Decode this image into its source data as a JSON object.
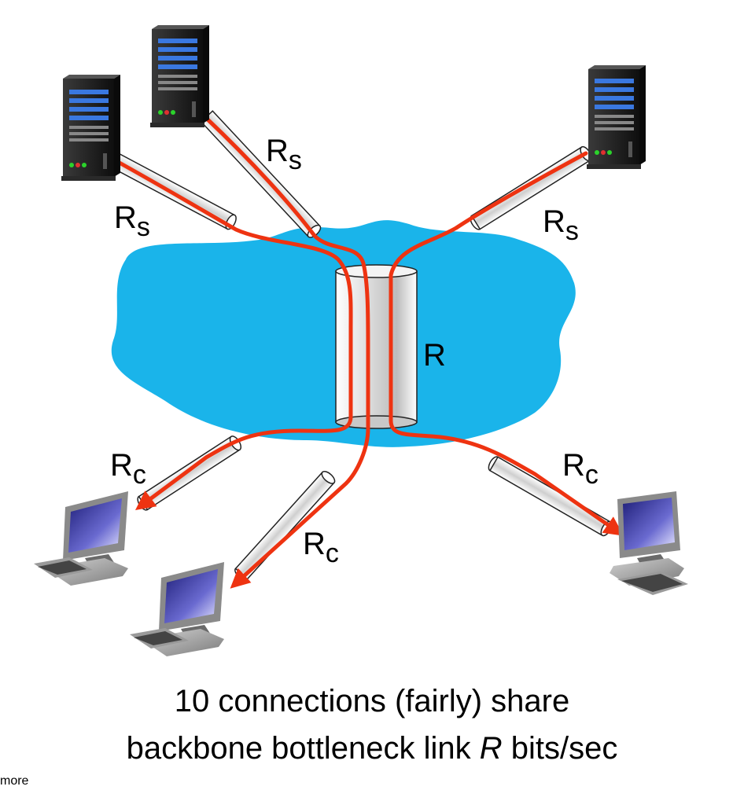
{
  "labels": {
    "rs": "R",
    "rs_sub": "s",
    "rc": "R",
    "rc_sub": "c",
    "r": "R"
  },
  "caption": {
    "line1": "10 connections (fairly) share",
    "line2_prefix": "backbone bottleneck link ",
    "line2_var": "R",
    "line2_suffix": " bits/sec"
  },
  "corner_text": "more",
  "colors": {
    "cloud": "#1ab4ea",
    "flow": "#ee3311",
    "pipe_edge": "#222222",
    "server_body": "#1c1c1c",
    "server_blue": "#3a78e0",
    "monitor_screen": "#3e3ea0"
  },
  "icons": {
    "server": "server-icon",
    "desktop": "desktop-computer-icon",
    "cloud": "network-cloud",
    "link": "link-pipe"
  }
}
